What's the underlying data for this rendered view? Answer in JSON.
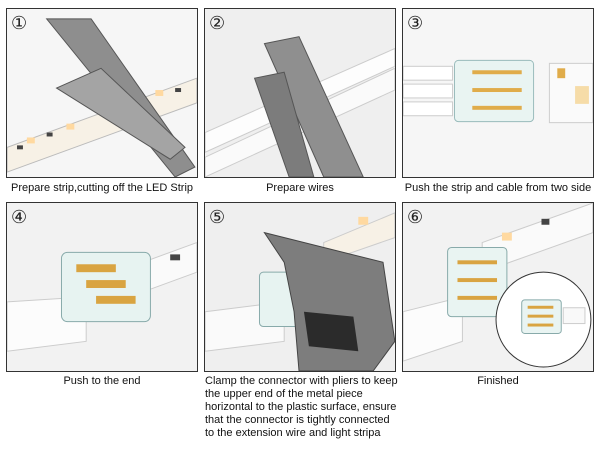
{
  "steps": [
    {
      "number": "①",
      "caption": "Prepare strip,cutting off the LED Strip",
      "image": "scissors-cutting-led-strip"
    },
    {
      "number": "②",
      "caption": "Prepare wires",
      "image": "scissors-cutting-wires"
    },
    {
      "number": "③",
      "caption": "Push the strip and cable from two side",
      "image": "connector-strip-cable"
    },
    {
      "number": "④",
      "caption": "Push to the end",
      "image": "connector-pushed"
    },
    {
      "number": "⑤",
      "caption": "Clamp the connector with pliers to keep the upper end of the metal piece horizontal to the plastic surface, ensure that the connector is tightly connected to the extension wire and light stripa",
      "image": "pliers-clamping-connector"
    },
    {
      "number": "⑥",
      "caption": "Finished",
      "image": "finished-connection"
    }
  ]
}
